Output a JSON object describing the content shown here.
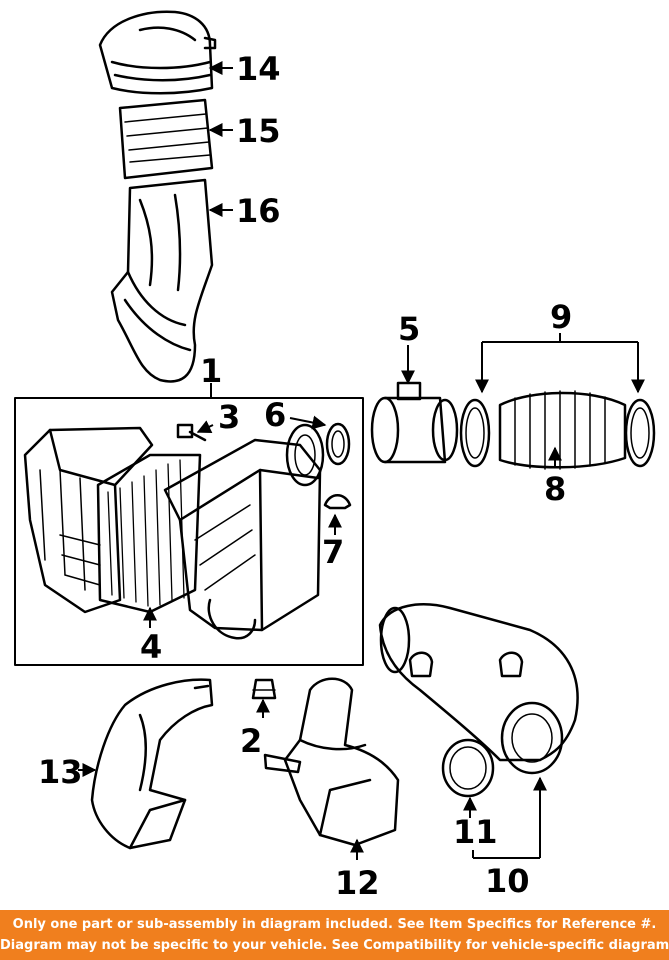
{
  "callouts": {
    "c1": "1",
    "c2": "2",
    "c3": "3",
    "c4": "4",
    "c5": "5",
    "c6": "6",
    "c7": "7",
    "c8": "8",
    "c9": "9",
    "c10": "10",
    "c11": "11",
    "c12": "12",
    "c13": "13",
    "c14": "14",
    "c15": "15",
    "c16": "16"
  },
  "banner": {
    "line1": "Only one part or sub-assembly in diagram included. See Item Specifics for Reference #.",
    "line2": "Diagram may not be specific to your vehicle. See Compatibility for vehicle-specific diagrams."
  },
  "colors": {
    "banner_bg": "#f07f1e",
    "banner_text": "#ffffff",
    "ink": "#000000"
  }
}
